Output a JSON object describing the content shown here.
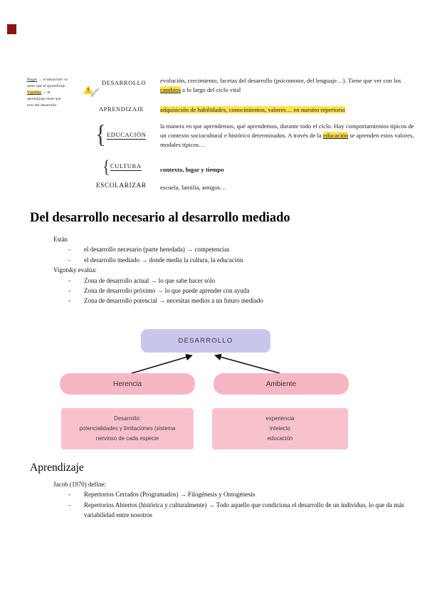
{
  "colors": {
    "accent_red": "#8a1510",
    "highlight_yellow": "#ffe24d",
    "lavender": "#c9c6ee",
    "pink": "#f6b6c4",
    "pink_light": "#f8c2cd",
    "warning_yellow": "#ffcd1e"
  },
  "ui": {
    "bullet_marker": "-"
  },
  "concept_map": {
    "margin_note": {
      "l1_name": "Piaget",
      "l1_rest": " → el desarrollo va",
      "l2": "antes que el aprendizaje",
      "l3_name": "Vigotsky",
      "l3_rest": " → el",
      "l4": "aprendizaje tiene que",
      "l5": "tirar del desarrollo"
    },
    "warning_mark": "!",
    "brace": "{",
    "connector_note": "proceso",
    "terms": [
      {
        "label": "DESARROLLO",
        "def_pre": "evolución, crecimiento, facetas del desarrollo (psicomotor, del lenguaje…). Tiene que ver con los ",
        "def_hl": "cambios",
        "def_post": " a lo largo del ciclo vital"
      },
      {
        "label": "APRENDIZAJE",
        "def_pre": "",
        "def_hl": "adquisición de habilidades, conocimientos, valores… en nuestro repertorio",
        "def_post": ""
      },
      {
        "label": "EDUCACIÓN",
        "def_pre": "la manera en que aprendemos, qué aprendemos, durante todo el ciclo. Hay comportamientos típicos de un contexto sociocultural e histórico determinados. A través de la ",
        "def_hl": "educación",
        "def_post": " se aprenden estos valores, modales típicos…"
      },
      {
        "label": "CULTURA",
        "def_pre": "contexto, lugar y tiempo",
        "def_hl": "",
        "def_post": ""
      },
      {
        "label": "ESCOLARIZAR",
        "def_pre": "escuela, familia, amigos…",
        "def_hl": "",
        "def_post": ""
      }
    ]
  },
  "section1": {
    "heading": "Del desarrollo necesario al desarrollo mediado",
    "intro": "Están",
    "bullets1": [
      "el desarrollo necesario (parte heredada) → competencias",
      "el desarrollo mediado → donde media la cultura, la educación"
    ],
    "sub": "Vigotsky evalúa:",
    "bullets2": [
      "Zona de desarrollo actual → lo que sabe hacer sólo",
      "Zona de desarrollo próximo → lo que puede aprender con ayuda",
      "Zona de desarrollo potencial → necesitas medios a un futuro mediado"
    ]
  },
  "diagram": {
    "root": "DESARROLLO",
    "left_pill": "Herencia",
    "right_pill": "Ambiente",
    "left_detail": [
      "Desarrollo:",
      "potencialidades y limitaciones (sistema",
      "nervioso de cada especie"
    ],
    "right_detail": [
      "experiencia",
      "intelecto",
      "educación"
    ]
  },
  "section2": {
    "heading": "Aprendizaje",
    "intro": "Jacob (1970) define:",
    "bullets": [
      "Repertorios Cerrados (Programados) → Filogénesis y Ontogénesis",
      "Repertorios Abiertos (histórica y culturalmente) → Todo aquello que condiciona el desarrollo de un individuo, lo que da más variabilidad entre nosotros"
    ]
  }
}
